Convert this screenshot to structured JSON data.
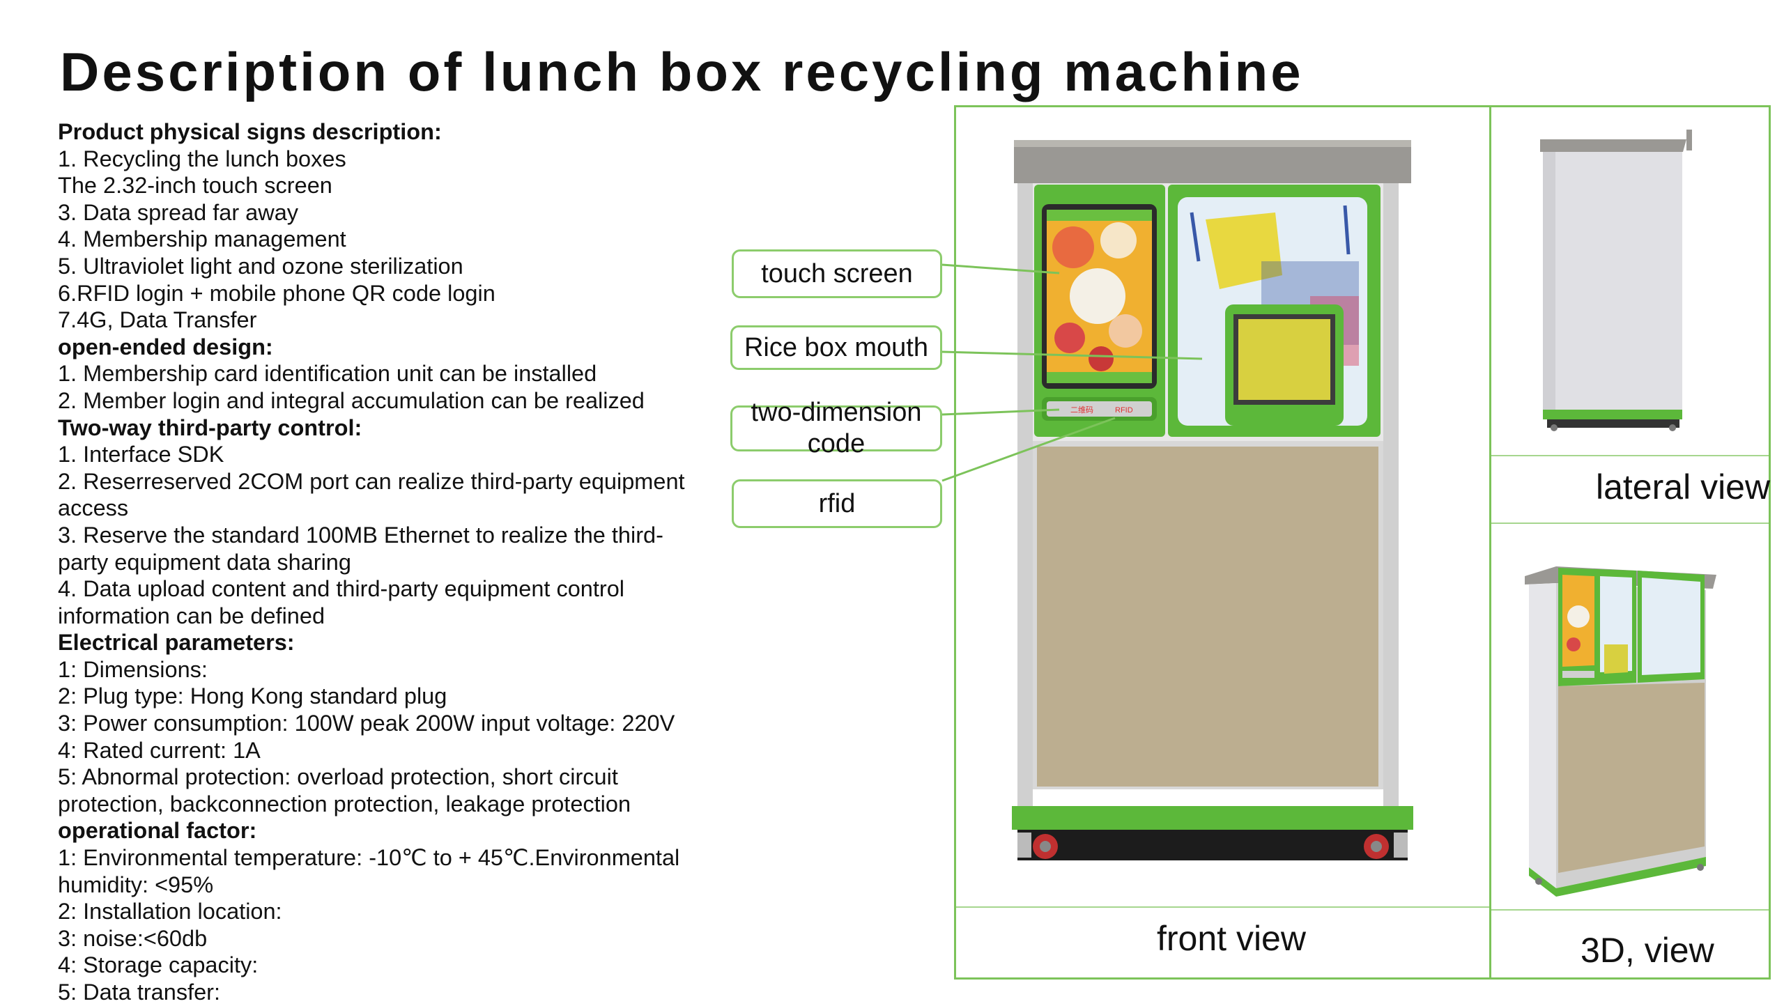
{
  "title": "Description of lunch box recycling machine",
  "description": [
    {
      "text": "Product physical signs description:",
      "heading": true
    },
    {
      "text": "1. Recycling the lunch boxes",
      "heading": false
    },
    {
      "text": "The 2.32-inch touch screen",
      "heading": false
    },
    {
      "text": "3. Data spread far away",
      "heading": false
    },
    {
      "text": "4. Membership management",
      "heading": false
    },
    {
      "text": "5. Ultraviolet light and ozone sterilization",
      "heading": false
    },
    {
      "text": "6.RFID login + mobile phone QR code login",
      "heading": false
    },
    {
      "text": "7.4G, Data Transfer",
      "heading": false
    },
    {
      "text": "open-ended design:",
      "heading": true
    },
    {
      "text": "1. Membership card identification unit can be installed",
      "heading": false
    },
    {
      "text": "2. Member login and integral accumulation can be realized",
      "heading": false
    },
    {
      "text": "Two-way third-party control:",
      "heading": true
    },
    {
      "text": "1. Interface SDK",
      "heading": false
    },
    {
      "text": "2. Reserreserved 2COM port can realize third-party equipment access",
      "heading": false
    },
    {
      "text": "3. Reserve the standard 100MB Ethernet to realize the third-party equipment data sharing",
      "heading": false
    },
    {
      "text": "4. Data upload content and third-party equipment control information can be defined",
      "heading": false
    },
    {
      "text": "Electrical parameters:",
      "heading": true
    },
    {
      "text": "1: Dimensions:",
      "heading": false
    },
    {
      "text": "2: Plug type: Hong Kong standard plug",
      "heading": false
    },
    {
      "text": "3: Power consumption: 100W peak 200W input voltage: 220V",
      "heading": false
    },
    {
      "text": "4: Rated current: 1A",
      "heading": false
    },
    {
      "text": "5: Abnormal protection: overload protection, short circuit protection, backconnection protection, leakage protection",
      "heading": false
    },
    {
      "text": "operational factor:",
      "heading": true
    },
    {
      "text": "1: Environmental temperature: -10℃ to + 45℃.Environmental humidity: <95%",
      "heading": false
    },
    {
      "text": "2: Installation location:",
      "heading": false
    },
    {
      "text": "3: noise:<60db",
      "heading": false
    },
    {
      "text": "4: Storage capacity:",
      "heading": false
    },
    {
      "text": "5: Data transfer:",
      "heading": false
    }
  ],
  "callouts": {
    "touch_screen": "touch screen",
    "rice_box_mouth": "Rice box mouth",
    "two_dimension_code": "two-dimension code",
    "rfid": "rfid"
  },
  "views": {
    "front": "front view",
    "lateral": "lateral view",
    "three_d": "3D, view"
  },
  "machine_panel_text": {
    "qr_label": "二维码",
    "rfid_label": "RFID"
  },
  "colors": {
    "accent_green": "#7cc35a",
    "machine_green": "#5cb83a",
    "cabinet_tan": "#bcae90",
    "screen_yellow": "#d8d040"
  }
}
